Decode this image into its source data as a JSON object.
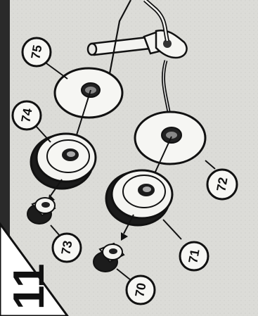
{
  "step_number": "11",
  "callouts": [
    "75",
    "74",
    "73",
    "72",
    "71",
    "70"
  ],
  "colors": {
    "background": "#d9d9d6",
    "ink": "#111111",
    "part_fill": "#f2f2ef",
    "shadow": "#1a1a1a"
  }
}
